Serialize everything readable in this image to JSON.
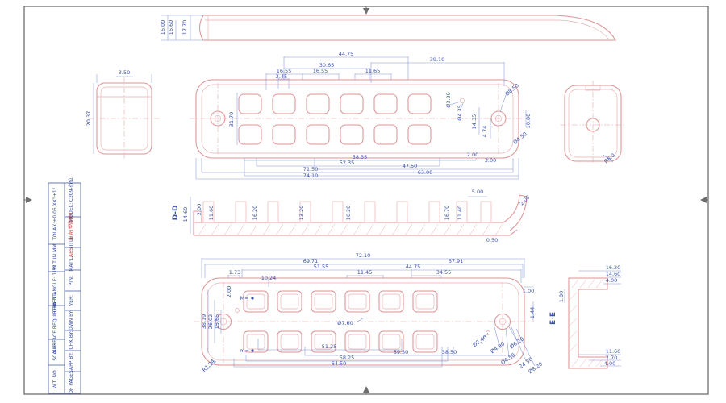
{
  "title_block": {
    "col1": [
      "TOLAX:±0.05,XX°±1°",
      "UNIT IN MM",
      "DRAFT ANGLE: 1.5°",
      "SURFACE REQUIREMENT:",
      "SCALE:",
      "W.T. NO."
    ],
    "col2": {
      "model": "MODEL: C209-行位",
      "title_label": "TITLE:",
      "title_value": "中壳(塑胶件)",
      "matl_label": "MAT'L:",
      "matl_value": "ABS",
      "pn": "P/N:",
      "ver": "VER:",
      "dwn": "DWN BY:",
      "chk": "CHK BY:",
      "app": "APP BY:",
      "pages": "OF PAGES"
    }
  },
  "labels": {
    "dd": "D-D",
    "ee": "E-E",
    "m_upper": "M=",
    "m_lower": "m="
  },
  "top_strip": {
    "h1": "16.00",
    "h2": "16.60",
    "h3": "17.70"
  },
  "left_end": {
    "w": "3.50",
    "h": "20.37"
  },
  "front": {
    "top": [
      "44.75",
      "39.10",
      "30.65",
      "16.55",
      "16.55",
      "11.65",
      "2.45"
    ],
    "bottom": [
      "58.35",
      "52.35",
      "47.50",
      "71.50",
      "63.00",
      "74.10"
    ],
    "left": [
      "31.70"
    ],
    "right": [
      "Ø3.20",
      "Ø4.35",
      "14.35",
      "4.74"
    ],
    "boss": [
      "Ø8.50",
      "10.00",
      "Ø4.50"
    ],
    "misc": [
      "3.00",
      "2.00"
    ]
  },
  "right_end": {
    "r": "R8.0"
  },
  "section_dd": {
    "dims": [
      "14.60",
      "2.00",
      "11.60",
      "16.20",
      "13.20",
      "16.20",
      "5.00",
      "16.70",
      "11.40",
      "0.50",
      "2.00"
    ]
  },
  "back": {
    "top": [
      "72.10",
      "69.71",
      "67.91",
      "51.55",
      "44.75",
      "1.73",
      "11.45",
      "34.55",
      "10.24"
    ],
    "left": [
      "38.19",
      "26.02",
      "15.65",
      "2.00"
    ],
    "right": [
      "1.00",
      "1.44"
    ],
    "inner": [
      "Ø7.60"
    ],
    "boss_callouts": [
      "Ø2.40",
      "Ø4.90",
      "Ø6.20",
      "Ø4.50",
      "24.50",
      "Ø8.20"
    ],
    "bottom": [
      "51.25",
      "39.50",
      "38.50",
      "58.25",
      "64.50"
    ],
    "corner": "R1.94"
  },
  "section_ee": {
    "top": [
      "16.20",
      "14.60",
      "4.00"
    ],
    "bottom": [
      "11.60",
      "7.70",
      "4.00"
    ],
    "left": [
      "1.00"
    ]
  }
}
